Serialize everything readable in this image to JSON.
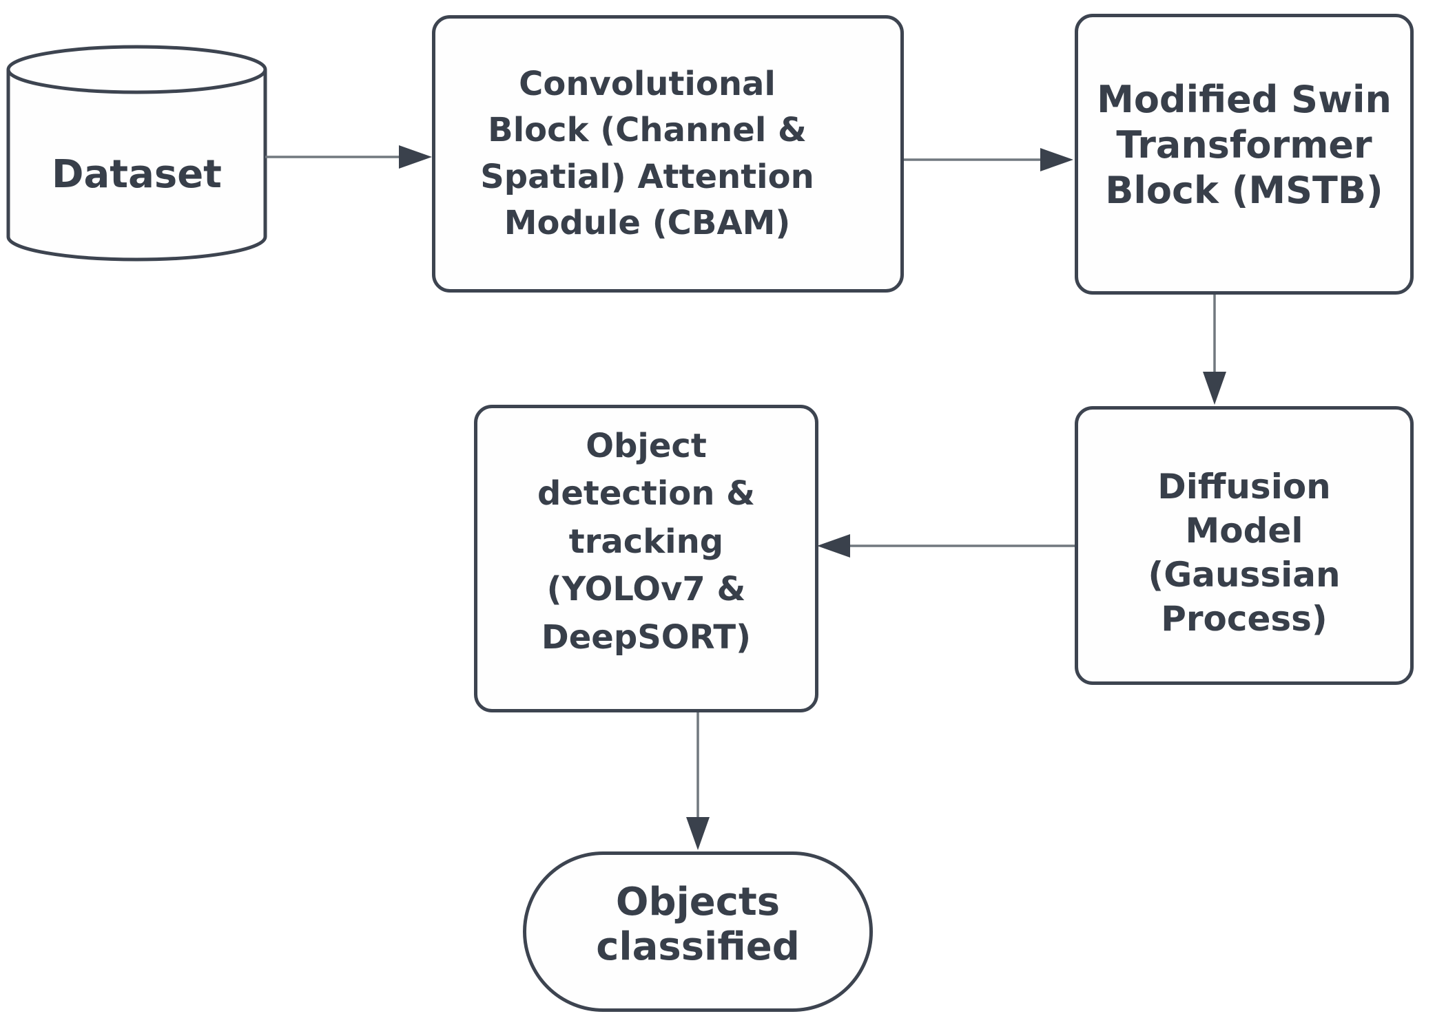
{
  "diagram": {
    "title": "Object classification pipeline flowchart",
    "colors": {
      "background": "#ffffff",
      "shape_fill": "#fefefe",
      "border": "#3d4450",
      "text": "#383f4a",
      "arrow_line": "#71787f",
      "arrow_head": "#3a414c"
    },
    "nodes": {
      "dataset": {
        "shape": "cylinder",
        "label": "Dataset"
      },
      "cbam": {
        "shape": "rounded-rectangle",
        "label": "Convolutional\nBlock (Channel &\nSpatial) Attention\nModule (CBAM)"
      },
      "mstb": {
        "shape": "rounded-rectangle",
        "label": "Modified Swin\nTransformer\nBlock (MSTB)"
      },
      "diffusion": {
        "shape": "rounded-rectangle",
        "label": "Diffusion\nModel\n(Gaussian\nProcess)"
      },
      "detection": {
        "shape": "rounded-rectangle",
        "label": "Object\ndetection &\ntracking\n(YOLOv7 &\nDeepSORT)"
      },
      "result": {
        "shape": "stadium",
        "label": "Objects\nclassified"
      }
    },
    "edges": [
      {
        "from": "dataset",
        "to": "cbam",
        "direction": "right"
      },
      {
        "from": "cbam",
        "to": "mstb",
        "direction": "right"
      },
      {
        "from": "mstb",
        "to": "diffusion",
        "direction": "down"
      },
      {
        "from": "diffusion",
        "to": "detection",
        "direction": "left"
      },
      {
        "from": "detection",
        "to": "result",
        "direction": "down"
      }
    ]
  }
}
